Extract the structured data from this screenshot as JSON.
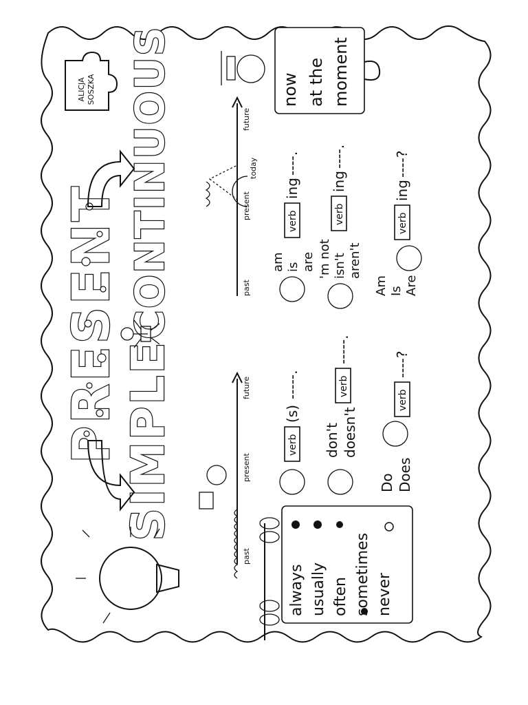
{
  "title": {
    "word1": "PRESENT",
    "word2": "SIMPLE",
    "word3": "CONTINUOUS"
  },
  "author_tag": {
    "line1": "ALICJA",
    "line2": "SOSZKA"
  },
  "adverbs_card": {
    "items": [
      "always",
      "usually",
      "often",
      "sometimes",
      "never"
    ]
  },
  "now_card": {
    "line1": "now",
    "line2": "at the",
    "line3": "moment"
  },
  "simple_timeline": {
    "past": "past",
    "present": "present",
    "future": "future"
  },
  "continuous_timeline": {
    "past": "past",
    "present": "present",
    "today": "today",
    "future": "future"
  },
  "simple_forms": {
    "positive": {
      "box": "verb",
      "suffix": "(s)",
      "tail": "-----."
    },
    "negative": {
      "aux1": "don't",
      "aux2": "doesn't",
      "box": "verb",
      "tail": "-----."
    },
    "question": {
      "aux1": "Do",
      "aux2": "Does",
      "box": "verb",
      "tail": "----?"
    }
  },
  "continuous_forms": {
    "positive": {
      "aux1": "am",
      "aux2": "is",
      "aux3": "are",
      "box": "verb",
      "suffix": "ing",
      "tail": "----."
    },
    "negative": {
      "aux1": "'m not",
      "aux2": "isn't",
      "aux3": "aren't",
      "box": "verb",
      "suffix": "ing",
      "tail": "----."
    },
    "question": {
      "aux1": "Am",
      "aux2": "Is",
      "aux3": "Are",
      "box": "verb",
      "suffix": "ing",
      "tail": "----?"
    }
  }
}
